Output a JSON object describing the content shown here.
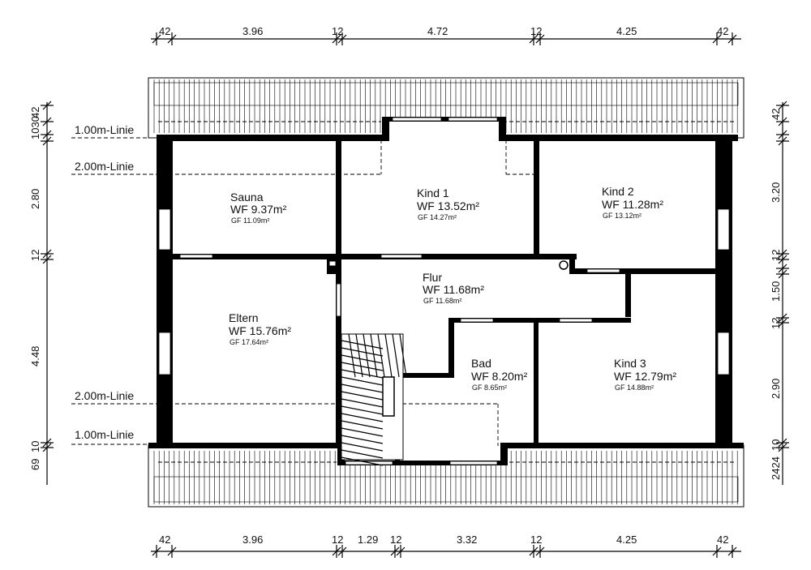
{
  "dimensions": {
    "top": [
      "42",
      "3.96",
      "12",
      "4.72",
      "12",
      "4.25",
      "42"
    ],
    "bottom": [
      "42",
      "3.96",
      "12",
      "1.29",
      "12",
      "3.32",
      "12",
      "4.25",
      "42"
    ],
    "left": [
      "1030",
      "42",
      "2.80",
      "12",
      "4.48",
      "69",
      "10"
    ],
    "right": [
      "42",
      "3.20",
      "12",
      "1.50",
      "12",
      "2.90",
      "2424",
      "10"
    ]
  },
  "lines": {
    "top_1m": "1.00m-Linie",
    "top_2m": "2.00m-Linie",
    "bottom_2m": "2.00m-Linie",
    "bottom_1m": "1.00m-Linie"
  },
  "rooms": [
    {
      "name": "Sauna",
      "wf": "WF 9.37m²",
      "gf": "GF 11.09m²"
    },
    {
      "name": "Kind 1",
      "wf": "WF 13.52m²",
      "gf": "GF 14.27m²"
    },
    {
      "name": "Kind 2",
      "wf": "WF 11.28m²",
      "gf": "GF 13.12m²"
    },
    {
      "name": "Flur",
      "wf": "WF 11.68m²",
      "gf": "GF 11.68m²"
    },
    {
      "name": "Eltern",
      "wf": "WF 15.76m²",
      "gf": "GF 17.64m²"
    },
    {
      "name": "Bad",
      "wf": "WF 8.20m²",
      "gf": "GF 8.65m²"
    },
    {
      "name": "Kind 3",
      "wf": "WF 12.79m²",
      "gf": "GF 14.88m²"
    }
  ]
}
